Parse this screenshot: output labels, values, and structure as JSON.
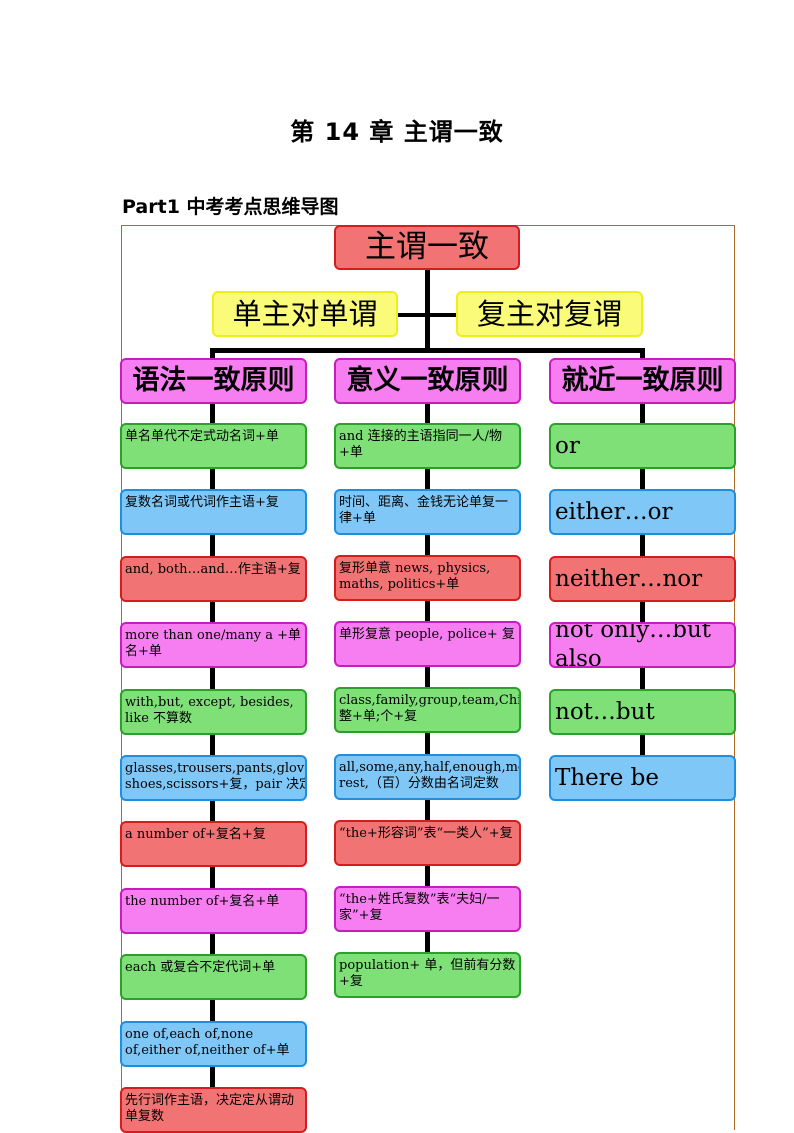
{
  "title": "第 14 章  主谓一致",
  "part_heading": "Part1  中考考点思维导图",
  "colors": {
    "green": "#7ee077",
    "blue": "#7ec7f7",
    "red": "#f27373",
    "pink": "#f77ef0",
    "yellow": "#fbfb7a"
  },
  "mindmap": {
    "root": "主谓一致",
    "left_sub": "单主对单谓",
    "right_sub": "复主对复谓",
    "columns": [
      {
        "header": "语法一致原则",
        "items": [
          {
            "text": "单名单代不定式动名词+单",
            "color": "green"
          },
          {
            "text": "复数名词或代词作主语+复",
            "color": "blue"
          },
          {
            "text": "and, both…and…作主语+复",
            "color": "red"
          },
          {
            "text": "more than one/many a +单名+单",
            "color": "pink"
          },
          {
            "text": "with,but,  except, besides, like  不算数",
            "color": "green"
          },
          {
            "text": "glasses,trousers,pants,gloves, shoes,scissors+复，pair 决定",
            "color": "blue"
          },
          {
            "text": "a number of+复名+复",
            "color": "red"
          },
          {
            "text": "the number of+复名+单",
            "color": "pink"
          },
          {
            "text": "each 或复合不定代词+单",
            "color": "green"
          },
          {
            "text": "one  of,each  of,none  of,either of,neither  of+单",
            "color": "blue"
          },
          {
            "text": "先行词作主语，决定定从谓动单复数",
            "color": "red"
          }
        ]
      },
      {
        "header": "意义一致原则",
        "items": [
          {
            "text": "and 连接的主语指同一人/物+单",
            "color": "green"
          },
          {
            "text": "时间、距离、金钱无论单复一律+单",
            "color": "blue"
          },
          {
            "text": "复形单意 news, physics, maths, politics+单",
            "color": "red"
          },
          {
            "text": "单形复意 people,  police+ 复",
            "color": "pink"
          },
          {
            "text": "class,family,group,team,Chinese,Japanese 整+单;个+复",
            "color": "green"
          },
          {
            "text": "all,some,any,half,enough,most,the rest,（百）分数由名词定数",
            "color": "blue"
          },
          {
            "text": "“the+形容词”表“一类人”+复",
            "color": "red"
          },
          {
            "text": "“the+姓氏复数”表“夫妇/一家”+复",
            "color": "pink"
          },
          {
            "text": "population+ 单，但前有分数+复",
            "color": "green"
          }
        ]
      },
      {
        "header": "就近一致原则",
        "items": [
          {
            "text": "or",
            "color": "green"
          },
          {
            "text": "either…or",
            "color": "blue"
          },
          {
            "text": "neither…nor",
            "color": "red"
          },
          {
            "text": "not only…but also",
            "color": "pink"
          },
          {
            "text": "not…but",
            "color": "green"
          },
          {
            "text": "There be",
            "color": "blue"
          }
        ]
      }
    ]
  }
}
